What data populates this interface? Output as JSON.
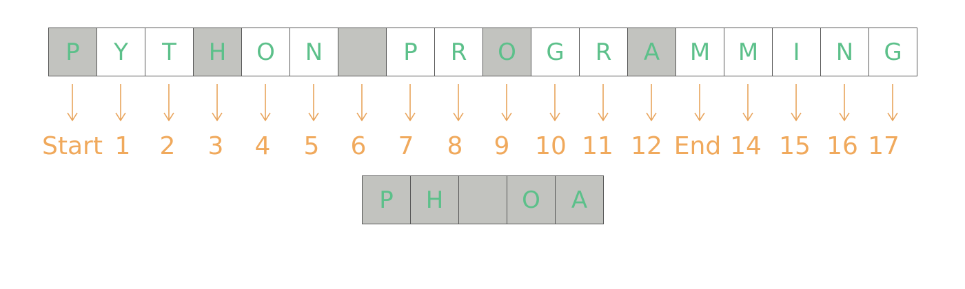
{
  "string_cells": [
    {
      "char": "P",
      "highlighted": true
    },
    {
      "char": "Y",
      "highlighted": false
    },
    {
      "char": "T",
      "highlighted": false
    },
    {
      "char": "H",
      "highlighted": true
    },
    {
      "char": "O",
      "highlighted": false
    },
    {
      "char": "N",
      "highlighted": false
    },
    {
      "char": "",
      "highlighted": true
    },
    {
      "char": "P",
      "highlighted": false
    },
    {
      "char": "R",
      "highlighted": false
    },
    {
      "char": "O",
      "highlighted": true
    },
    {
      "char": "G",
      "highlighted": false
    },
    {
      "char": "R",
      "highlighted": false
    },
    {
      "char": "A",
      "highlighted": true
    },
    {
      "char": "M",
      "highlighted": false
    },
    {
      "char": "M",
      "highlighted": false
    },
    {
      "char": "I",
      "highlighted": false
    },
    {
      "char": "N",
      "highlighted": false
    },
    {
      "char": "G",
      "highlighted": false
    }
  ],
  "index_labels": [
    "Start",
    "1",
    "2",
    "3",
    "4",
    "5",
    "6",
    "7",
    "8",
    "9",
    "10",
    "11",
    "12",
    "End",
    "14",
    "15",
    "16",
    "17"
  ],
  "result_cells": [
    "P",
    "H",
    "",
    "O",
    "A"
  ],
  "colors": {
    "letter": "#5cc08a",
    "index": "#f0a95c",
    "arrow": "#e8a35a",
    "highlight_fill": "#c2c3bf",
    "border": "#555555"
  }
}
